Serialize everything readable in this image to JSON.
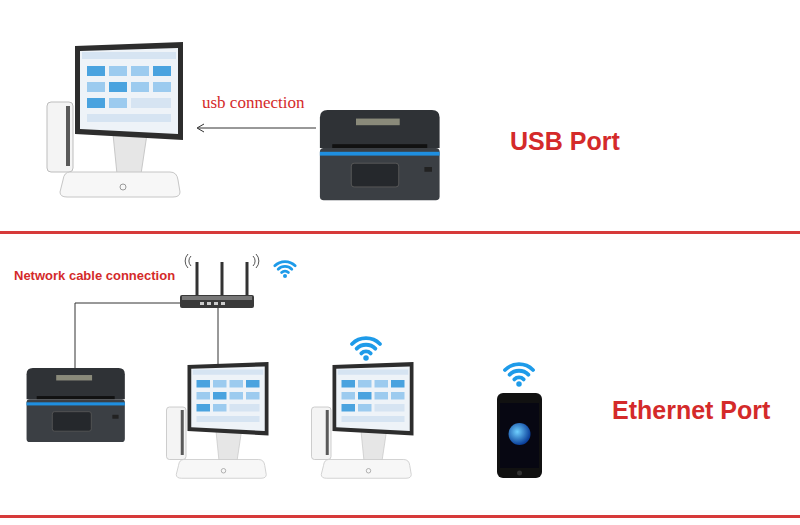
{
  "diagram": {
    "labels": [
      "usb connection",
      "USB Port",
      "Network cable connection",
      "Ethernet Port"
    ]
  }
}
